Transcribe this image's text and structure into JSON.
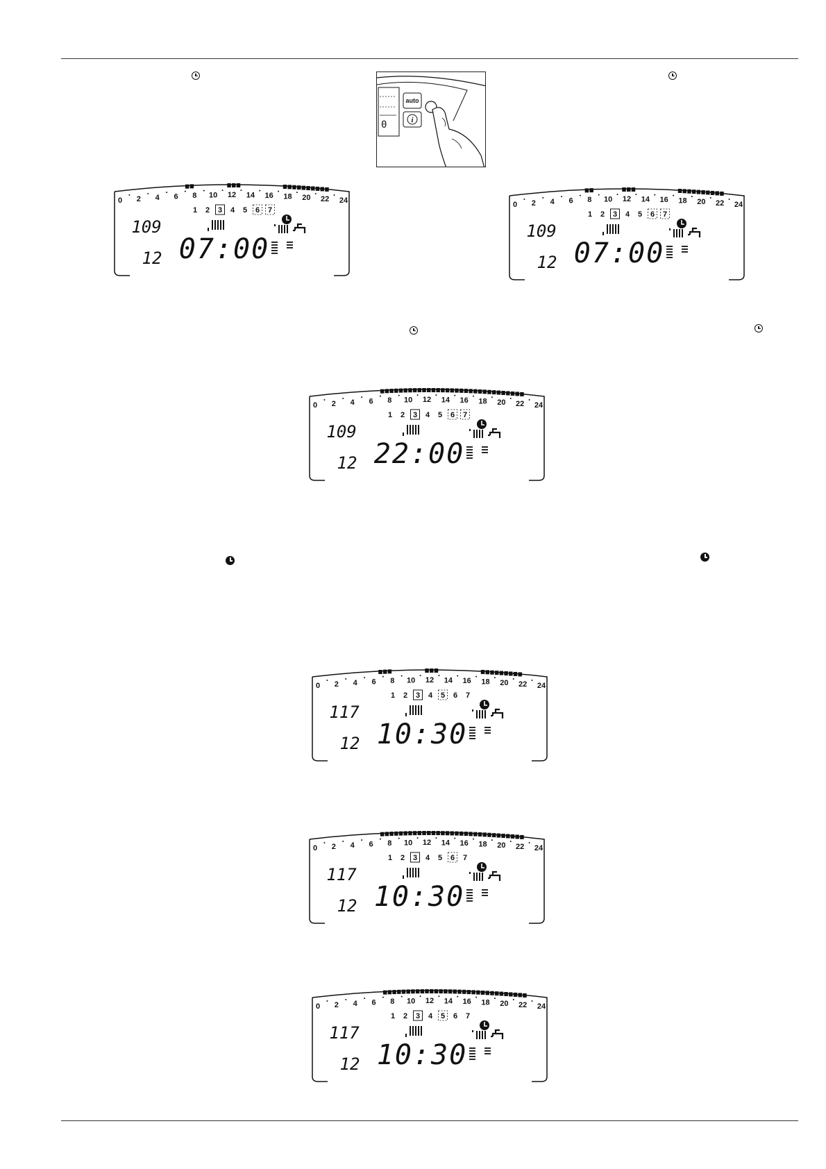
{
  "page": {
    "illustration": {
      "buttons": [
        "auto",
        "i"
      ],
      "icon": "clock-button-icon"
    },
    "icons": [
      "clock-outline-icon",
      "clock-filled-icon",
      "radiator-icon",
      "tap-icon",
      "signal-bars-icon"
    ]
  },
  "displays": [
    {
      "id": "lcd-1",
      "hour_labels": [
        "0",
        "2",
        "4",
        "6",
        "8",
        "10",
        "12",
        "14",
        "16",
        "18",
        "20",
        "22",
        "24"
      ],
      "days": [
        "1",
        "2",
        "3",
        "4",
        "5",
        "6",
        "7"
      ],
      "value_top": "109",
      "value_bottom": "12",
      "time": "07:00"
    },
    {
      "id": "lcd-2",
      "hour_labels": [
        "0",
        "2",
        "4",
        "6",
        "8",
        "10",
        "12",
        "14",
        "16",
        "18",
        "20",
        "22",
        "24"
      ],
      "days": [
        "1",
        "2",
        "3",
        "4",
        "5",
        "6",
        "7"
      ],
      "value_top": "109",
      "value_bottom": "12",
      "time": "07:00"
    },
    {
      "id": "lcd-3",
      "hour_labels": [
        "0",
        "2",
        "4",
        "6",
        "8",
        "10",
        "12",
        "14",
        "16",
        "18",
        "20",
        "22",
        "24"
      ],
      "days": [
        "1",
        "2",
        "3",
        "4",
        "5",
        "6",
        "7"
      ],
      "value_top": "109",
      "value_bottom": "12",
      "time": "22:00"
    },
    {
      "id": "lcd-4",
      "hour_labels": [
        "0",
        "2",
        "4",
        "6",
        "8",
        "10",
        "12",
        "14",
        "16",
        "18",
        "20",
        "22",
        "24"
      ],
      "days": [
        "1",
        "2",
        "3",
        "4",
        "5",
        "6",
        "7"
      ],
      "value_top": "117",
      "value_bottom": "12",
      "time": "10:30"
    },
    {
      "id": "lcd-5",
      "hour_labels": [
        "0",
        "2",
        "4",
        "6",
        "8",
        "10",
        "12",
        "14",
        "16",
        "18",
        "20",
        "22",
        "24"
      ],
      "days": [
        "1",
        "2",
        "3",
        "4",
        "5",
        "6",
        "7"
      ],
      "value_top": "117",
      "value_bottom": "12",
      "time": "10:30"
    },
    {
      "id": "lcd-6",
      "hour_labels": [
        "0",
        "2",
        "4",
        "6",
        "8",
        "10",
        "12",
        "14",
        "16",
        "18",
        "20",
        "22",
        "24"
      ],
      "days": [
        "1",
        "2",
        "3",
        "4",
        "5",
        "6",
        "7"
      ],
      "value_top": "117",
      "value_bottom": "12",
      "time": "10:30"
    }
  ]
}
